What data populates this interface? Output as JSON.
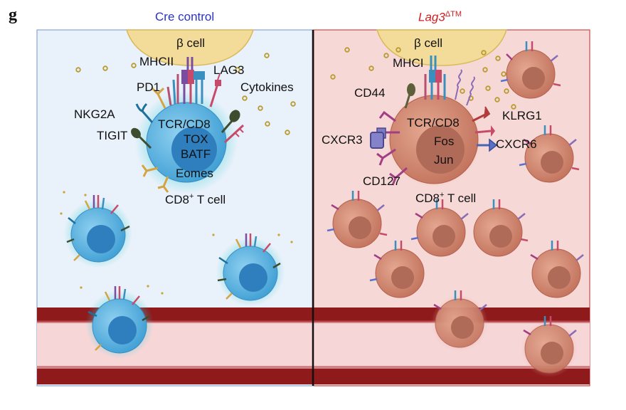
{
  "panel_letter": "g",
  "left_header": "Cre control",
  "right_header": {
    "main": "Lag3",
    "sup": "ΔTM"
  },
  "left": {
    "beta_cell": "β cell",
    "mhc": "MHCII",
    "pd1": "PD1",
    "lag3": "LAG3",
    "cytokines": "Cytokines",
    "nkg2a": "NKG2A",
    "tigit": "TIGIT",
    "tcr": "TCR/CD8",
    "nucleus": [
      "TOX",
      "BATF",
      "Eomes"
    ],
    "cell_main": "CD8",
    "cell_sup": "+",
    "cell_rest": " T cell"
  },
  "right": {
    "beta_cell": "β cell",
    "mhc": "MHCI",
    "cd44": "CD44",
    "klrg1": "KLRG1",
    "cxcr3": "CXCR3",
    "cxcr6": "CXCR6",
    "cd127": "CD127",
    "tcr": "TCR/CD8",
    "nucleus": [
      "Fos",
      "Jun"
    ],
    "cell_main": "CD8",
    "cell_sup": "+",
    "cell_rest": " T cell"
  },
  "colors": {
    "left_bg": "#e9f1fa",
    "right_bg": "#f6d9d6",
    "beta_cell": "#f3dc9a",
    "vessel": "#8e1a1c",
    "left_cell": "#4aa6d6",
    "right_cell": "#c7806b",
    "header_left": "#2a33c9",
    "header_right": "#d01e22"
  }
}
